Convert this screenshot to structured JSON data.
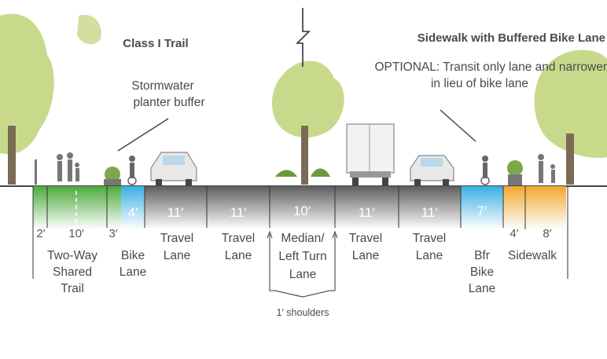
{
  "headings": {
    "left": "Class I Trail",
    "right": "Sidewalk with Buffered Bike Lane"
  },
  "notes": {
    "stormwater_line1": "Stormwater",
    "stormwater_line2": "planter buffer",
    "optional_line1": "OPTIONAL: Transit only lane and narrower",
    "optional_line2": "in lieu of bike lane"
  },
  "trail": {
    "dim_left": "2′",
    "dim_mid": "10′",
    "dim_right": "3′",
    "label_line1": "Two-Way",
    "label_line2": "Shared",
    "label_line3": "Trail"
  },
  "lanes": [
    {
      "width": "4′",
      "line1": "Bike",
      "line2": "Lane",
      "line3": ""
    },
    {
      "width": "11′",
      "line1": "Travel",
      "line2": "Lane",
      "line3": ""
    },
    {
      "width": "11′",
      "line1": "Travel",
      "line2": "Lane",
      "line3": ""
    },
    {
      "width": "10′",
      "line1": "Median/",
      "line2": "Left Turn",
      "line3": "Lane"
    },
    {
      "width": "11′",
      "line1": "Travel",
      "line2": "Lane",
      "line3": ""
    },
    {
      "width": "11′",
      "line1": "Travel",
      "line2": "Lane",
      "line3": ""
    },
    {
      "width": "7′",
      "line1": "Bfr",
      "line2": "Bike",
      "line3": "Lane"
    }
  ],
  "sidewalk": {
    "dim_left": "4′",
    "dim_right": "8′",
    "label": "Sidewalk"
  },
  "shoulders_note": "1′ shoulders",
  "colors": {
    "trail_green": "#4caa3c",
    "bike_blue": "#3aaee4",
    "asphalt": "#6a6a6a",
    "sidewalk_orange": "#f0a830",
    "tree_canopy": "#c9d98c",
    "tree_trunk": "#7a6b55"
  }
}
